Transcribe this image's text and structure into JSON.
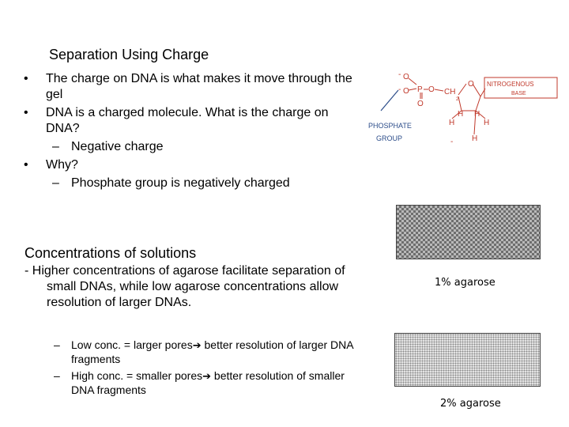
{
  "slide": {
    "title": "Separation Using Charge",
    "bullets": [
      {
        "marker": "•",
        "text": "The charge on DNA is what makes it move through the gel"
      },
      {
        "marker": "•",
        "text": "DNA is a charged molecule.  What is the charge on DNA?"
      },
      {
        "sub_marker": "–",
        "sub_text": "Negative charge"
      },
      {
        "marker": "•",
        "text": "Why?"
      },
      {
        "sub_marker": "–",
        "sub_text": "Phosphate group is negatively charged"
      }
    ],
    "concentrations": {
      "title": "Concentrations of solutions",
      "lead_marker": "-",
      "text": "Higher concentrations of agarose facilitate separation of small DNAs, while low agarose concentrations allow resolution of larger DNAs.",
      "items": [
        {
          "marker": "–",
          "before": "Low conc. = larger pores",
          "after": " better resolution of larger DNA fragments"
        },
        {
          "marker": "–",
          "before": "High conc. = smaller pores",
          "after": " better resolution of smaller DNA fragments"
        }
      ]
    },
    "diagram": {
      "phosphate_label": "PHOSPHATE GROUP",
      "phosphate_line1": "PHOSPHATE",
      "phosphate_line2": "GROUP",
      "base_label_line1": "NITROGENOUS",
      "base_label_line2": "BASE",
      "atoms": {
        "O_top": "O",
        "P": "P",
        "O_right": "O",
        "O_left": "O",
        "O_bottom": "O",
        "CH2": "CH",
        "sub2": "2",
        "H1": "H",
        "H2": "H",
        "H3": "H",
        "H4": "H",
        "H5": "H",
        "O_ring": "O",
        "minus_top": "-",
        "minus_left": "-",
        "minus_bottom": "-"
      },
      "accent_color": "#c0392b",
      "structure_color": "#d9534f"
    },
    "gels": [
      {
        "label": "1% agarose"
      },
      {
        "label": "2% agarose"
      }
    ]
  }
}
